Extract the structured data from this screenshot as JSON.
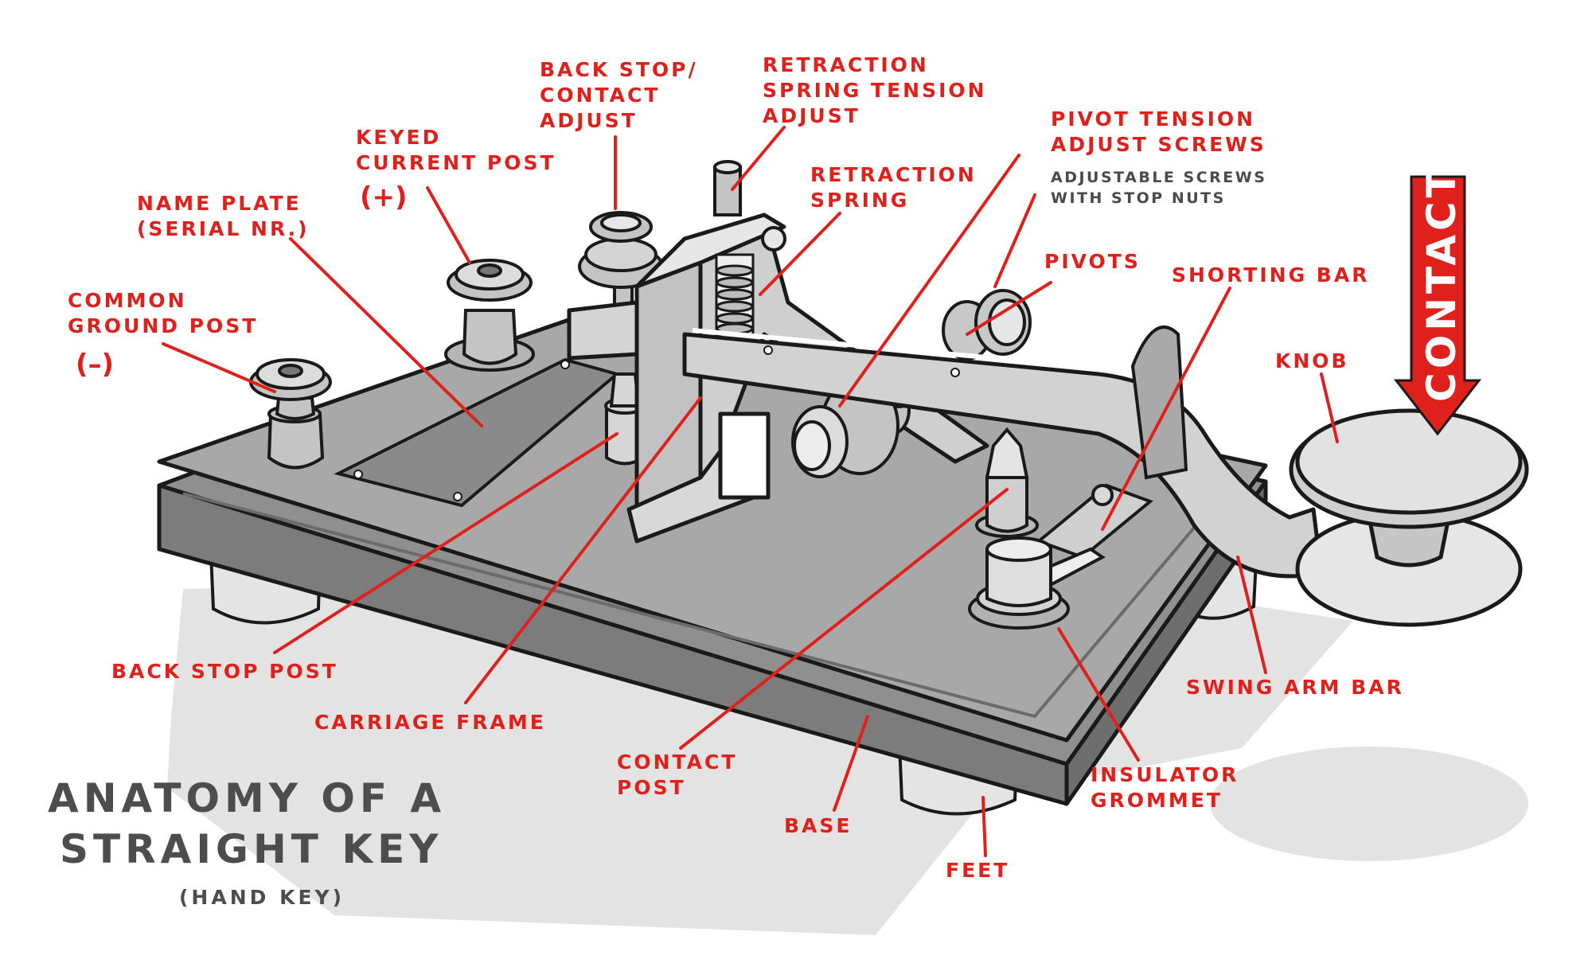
{
  "title": {
    "line1": "ANATOMY OF A",
    "line2": "STRAIGHT KEY",
    "subtitle": "(HAND KEY)"
  },
  "labels": {
    "back_stop_contact_adjust": [
      "BACK STOP/",
      "CONTACT",
      "ADJUST"
    ],
    "retraction_spring_tension_adjust": [
      "RETRACTION",
      "SPRING TENSION",
      "ADJUST"
    ],
    "keyed_current_post": [
      "KEYED",
      "CURRENT POST"
    ],
    "keyed_current_post_sign": "(+)",
    "retraction_spring": [
      "RETRACTION",
      "SPRING"
    ],
    "pivot_tension_adjust_screws": [
      "PIVOT TENSION",
      "ADJUST SCREWS"
    ],
    "pivot_tension_note": [
      "ADJUSTABLE SCREWS",
      "WITH STOP NUTS"
    ],
    "name_plate": [
      "NAME PLATE",
      "(SERIAL NR.)"
    ],
    "common_ground_post": [
      "COMMON",
      "GROUND POST"
    ],
    "common_ground_post_sign": "(–)",
    "pivots": "PIVOTS",
    "shorting_bar": "SHORTING BAR",
    "knob": "KNOB",
    "back_stop_post": "BACK STOP POST",
    "carriage_frame": "CARRIAGE FRAME",
    "contact_post": [
      "CONTACT",
      "POST"
    ],
    "base": "BASE",
    "feet": "FEET",
    "insulator_grommet": [
      "INSULATOR",
      "GROMMET"
    ],
    "swing_arm_bar": "SWING ARM BAR"
  },
  "contact_arrow": {
    "label": "CONTACT"
  },
  "colors": {
    "accent": "#e0201b",
    "body_gray": "#a8a8a8",
    "title_gray": "#4d4d4d",
    "shadow": "#e3e3e3"
  }
}
